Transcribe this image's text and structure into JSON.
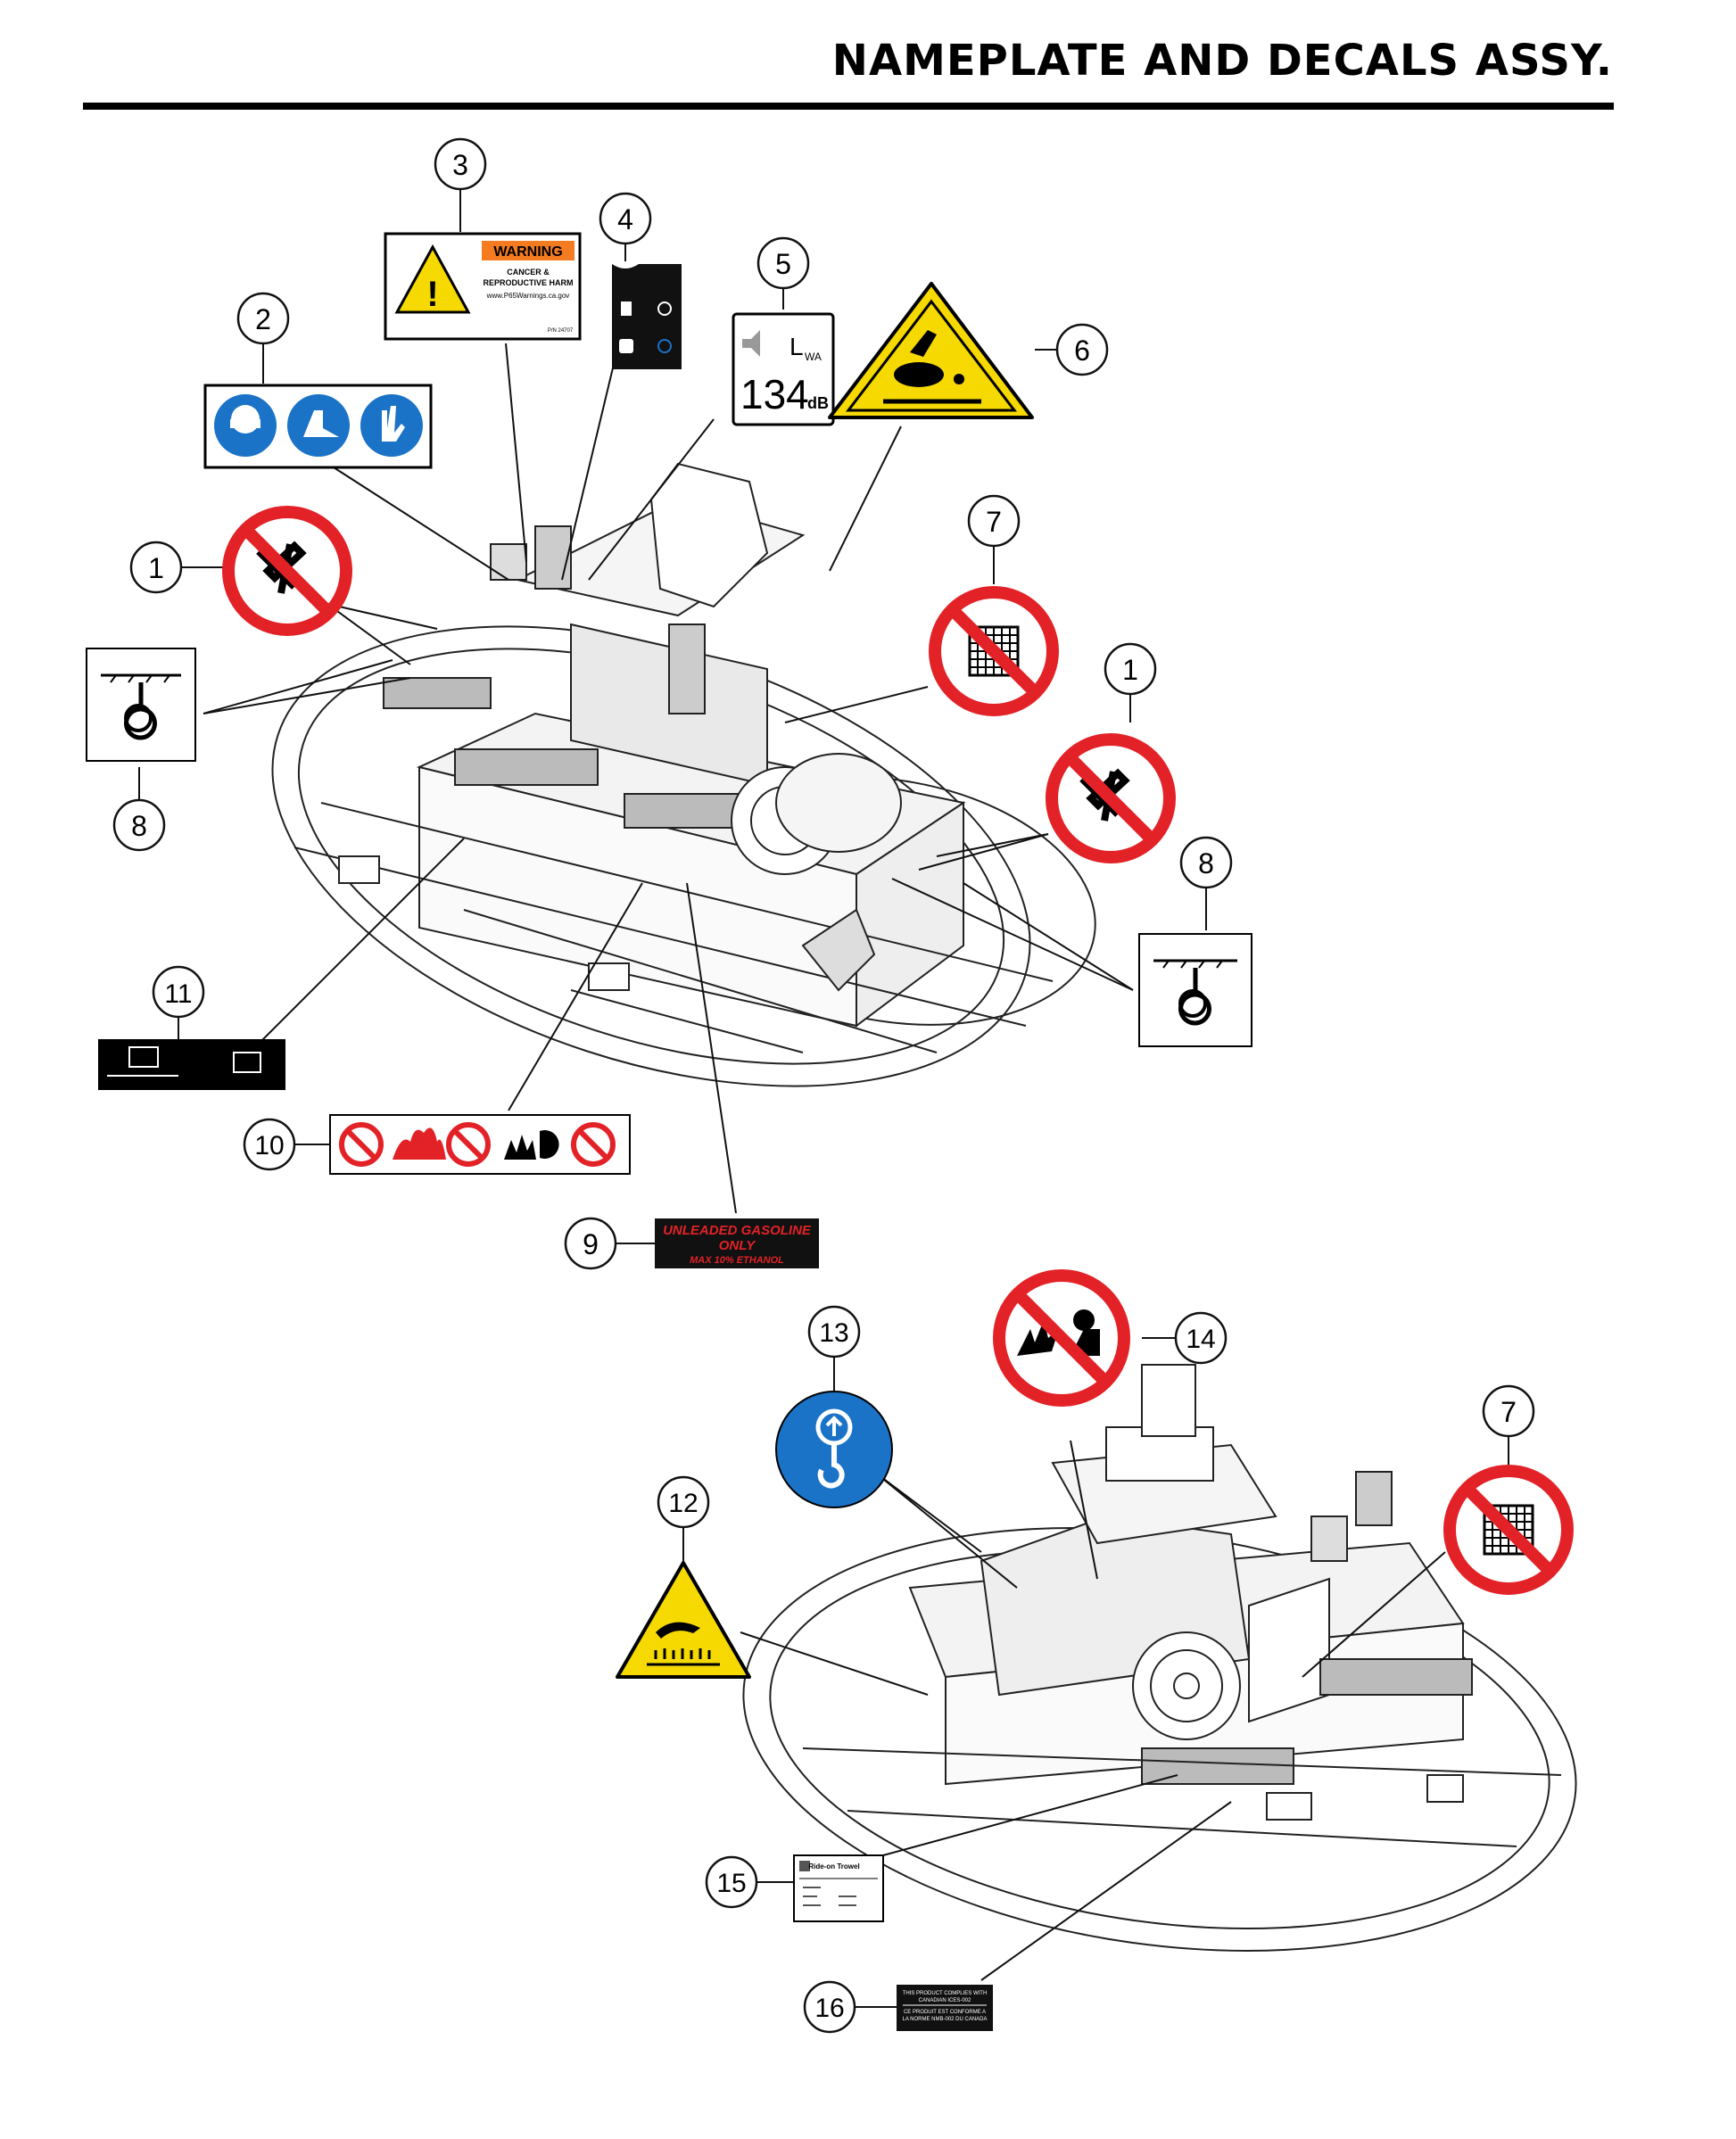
{
  "page": {
    "title": "NAMEPLATE AND DECALS ASSY."
  },
  "callouts": [
    "1",
    "2",
    "3",
    "4",
    "5",
    "6",
    "7",
    "8",
    "9",
    "10",
    "11",
    "12",
    "13",
    "14",
    "15",
    "16"
  ],
  "decals": {
    "warning": {
      "header": "WARNING",
      "line1": "CANCER &",
      "line2": "REPRODUCTIVE HARM",
      "url": "www.P65Warnings.ca.gov",
      "pn": "P/N 24707"
    },
    "sound": {
      "symbol": "L",
      "subscript": "WA",
      "value": "134",
      "unit": "dB"
    },
    "fuel": {
      "line1": "UNLEADED GASOLINE",
      "line2": "ONLY",
      "line3": "MAX 10% ETHANOL"
    },
    "canada": {
      "line1": "THIS PRODUCT COMPLIES WITH",
      "line2": "CANADIAN ICES-002",
      "line3": "CE PRODUIT EST CONFORME A",
      "line4": "LA NORME NMB-002 DU CANADA"
    },
    "nameplate": {
      "brand": "Ride-on Trowel"
    }
  },
  "colors": {
    "prohibition": "#e32227",
    "warning_yellow": "#f6d900",
    "mandatory_blue": "#1a73c7",
    "warning_orange": "#f47b20"
  }
}
